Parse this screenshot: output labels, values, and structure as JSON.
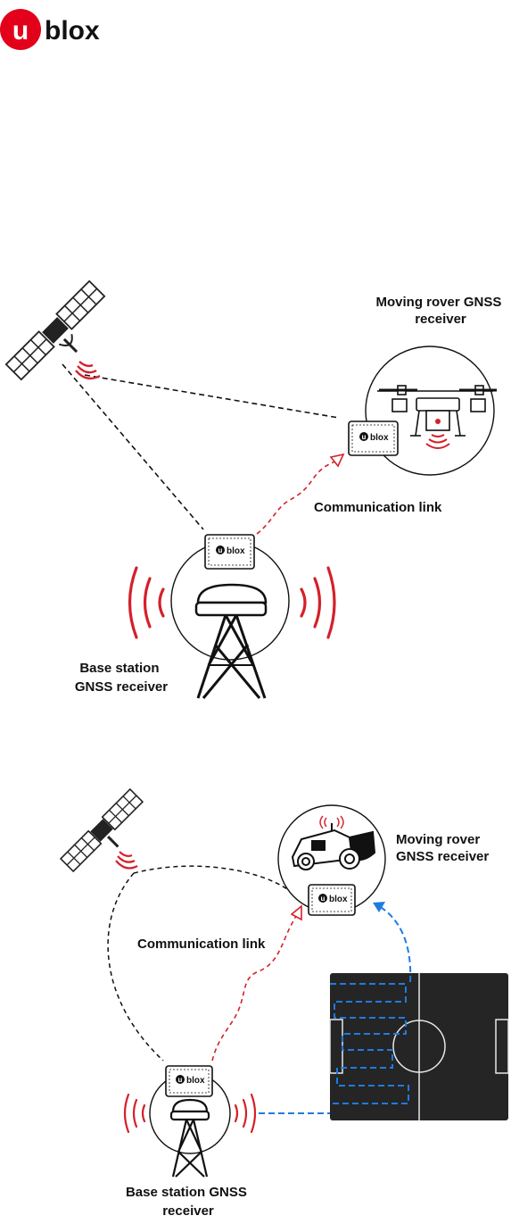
{
  "brand": {
    "logo_letter": "u",
    "logo_text": "blox",
    "logo_color": "#e2001a"
  },
  "diagram_top": {
    "rover_label": [
      "Moving rover GNSS",
      "receiver"
    ],
    "link_label": "Communication link",
    "base_label": [
      "Base station",
      "GNSS receiver"
    ]
  },
  "diagram_bottom": {
    "rover_label": [
      "Moving rover",
      "GNSS receiver"
    ],
    "link_label": "Communication link",
    "base_label": [
      "Base station GNSS",
      "receiver"
    ]
  },
  "chip": {
    "letter": "u",
    "text": "blox"
  },
  "colors": {
    "signal_red": "#d4202a",
    "path_blue": "#1f7be0",
    "field_dark": "#252525",
    "line": "#111111"
  }
}
